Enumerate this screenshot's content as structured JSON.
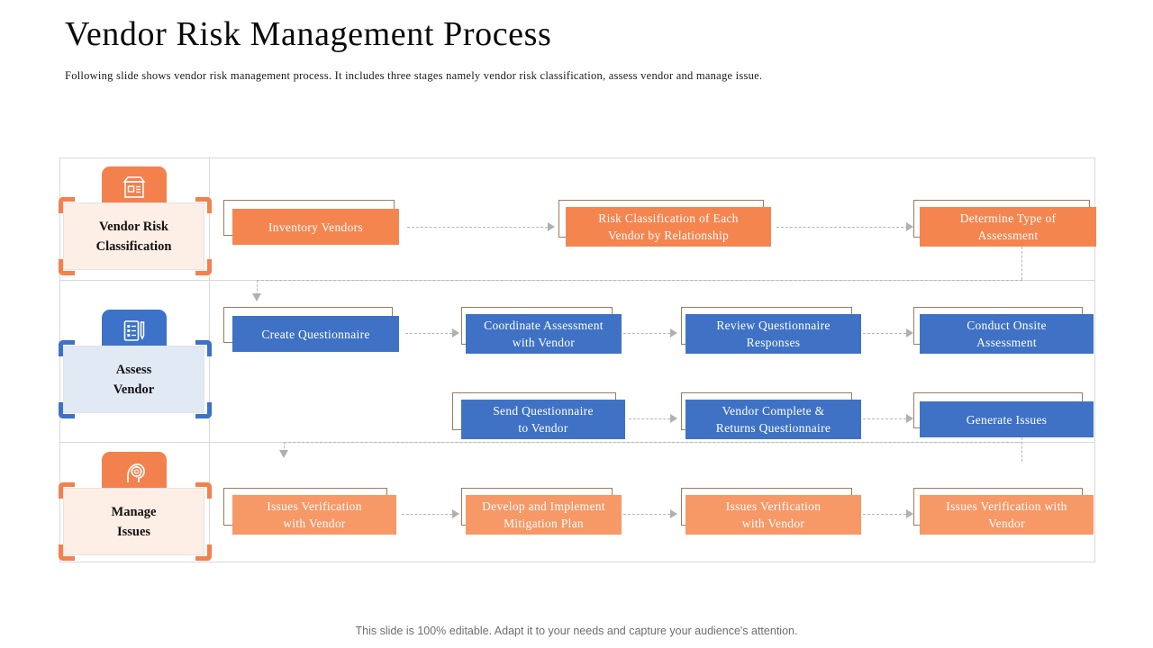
{
  "header": {
    "title": "Vendor Risk Management Process",
    "subtitle": "Following slide shows vendor risk management process. It includes three stages namely vendor risk classification, assess vendor and manage issue."
  },
  "stages": [
    {
      "label_line1": "Vendor Risk",
      "label_line2": "Classification",
      "icon": "store-icon",
      "color": "#f3814d"
    },
    {
      "label_line1": "Assess",
      "label_line2": "Vendor",
      "icon": "checklist-icon",
      "color": "#3c72c8"
    },
    {
      "label_line1": "Manage",
      "label_line2": "Issues",
      "icon": "head-gear-icon",
      "color": "#f3814d"
    }
  ],
  "rows": [
    {
      "name": "vendor-risk-classification-row",
      "nodes": [
        {
          "line1": "Inventory Vendors",
          "line2": ""
        },
        {
          "line1": "Risk Classification of Each",
          "line2": "Vendor by Relationship"
        },
        {
          "line1": "Determine Type of",
          "line2": "Assessment"
        }
      ]
    },
    {
      "name": "assess-vendor-row-1",
      "nodes": [
        {
          "line1": "Create Questionnaire",
          "line2": ""
        },
        {
          "line1": "Coordinate Assessment",
          "line2": "with Vendor"
        },
        {
          "line1": "Review Questionnaire",
          "line2": "Responses"
        },
        {
          "line1": "Conduct Onsite",
          "line2": "Assessment"
        }
      ]
    },
    {
      "name": "assess-vendor-row-2",
      "nodes": [
        {
          "line1": "Send Questionnaire",
          "line2": "to Vendor"
        },
        {
          "line1": "Vendor Complete &",
          "line2": "Returns Questionnaire"
        },
        {
          "line1": "Generate Issues",
          "line2": ""
        }
      ]
    },
    {
      "name": "manage-issues-row",
      "nodes": [
        {
          "line1": "Issues Verification",
          "line2": "with Vendor"
        },
        {
          "line1": "Develop and Implement",
          "line2": "Mitigation Plan"
        },
        {
          "line1": "Issues Verification",
          "line2": "with Vendor"
        },
        {
          "line1": "Issues Verification with",
          "line2": "Vendor"
        }
      ]
    }
  ],
  "footer": {
    "note": "This slide is 100% editable. Adapt it to your needs and capture your audience's attention."
  },
  "palette": {
    "orange": "#f5854f",
    "orange_pale": "#f79867",
    "blue": "#3f72c4",
    "badge_orange": "#f3814d",
    "badge_blue": "#3c72c8",
    "box_peach": "#fdeee6",
    "box_blue_tint": "#e1e9f5",
    "connector_gray": "#b8b8b8"
  }
}
